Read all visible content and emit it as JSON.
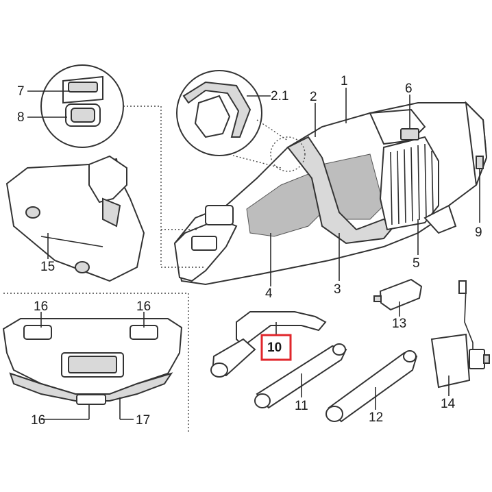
{
  "highlight": {
    "label": "10",
    "color": "#e0262b"
  },
  "callouts": [
    "1",
    "2",
    "2.1",
    "3",
    "4",
    "5",
    "6",
    "7",
    "8",
    "9",
    "10",
    "11",
    "12",
    "13",
    "14",
    "15",
    "16",
    "16",
    "16",
    "17"
  ]
}
